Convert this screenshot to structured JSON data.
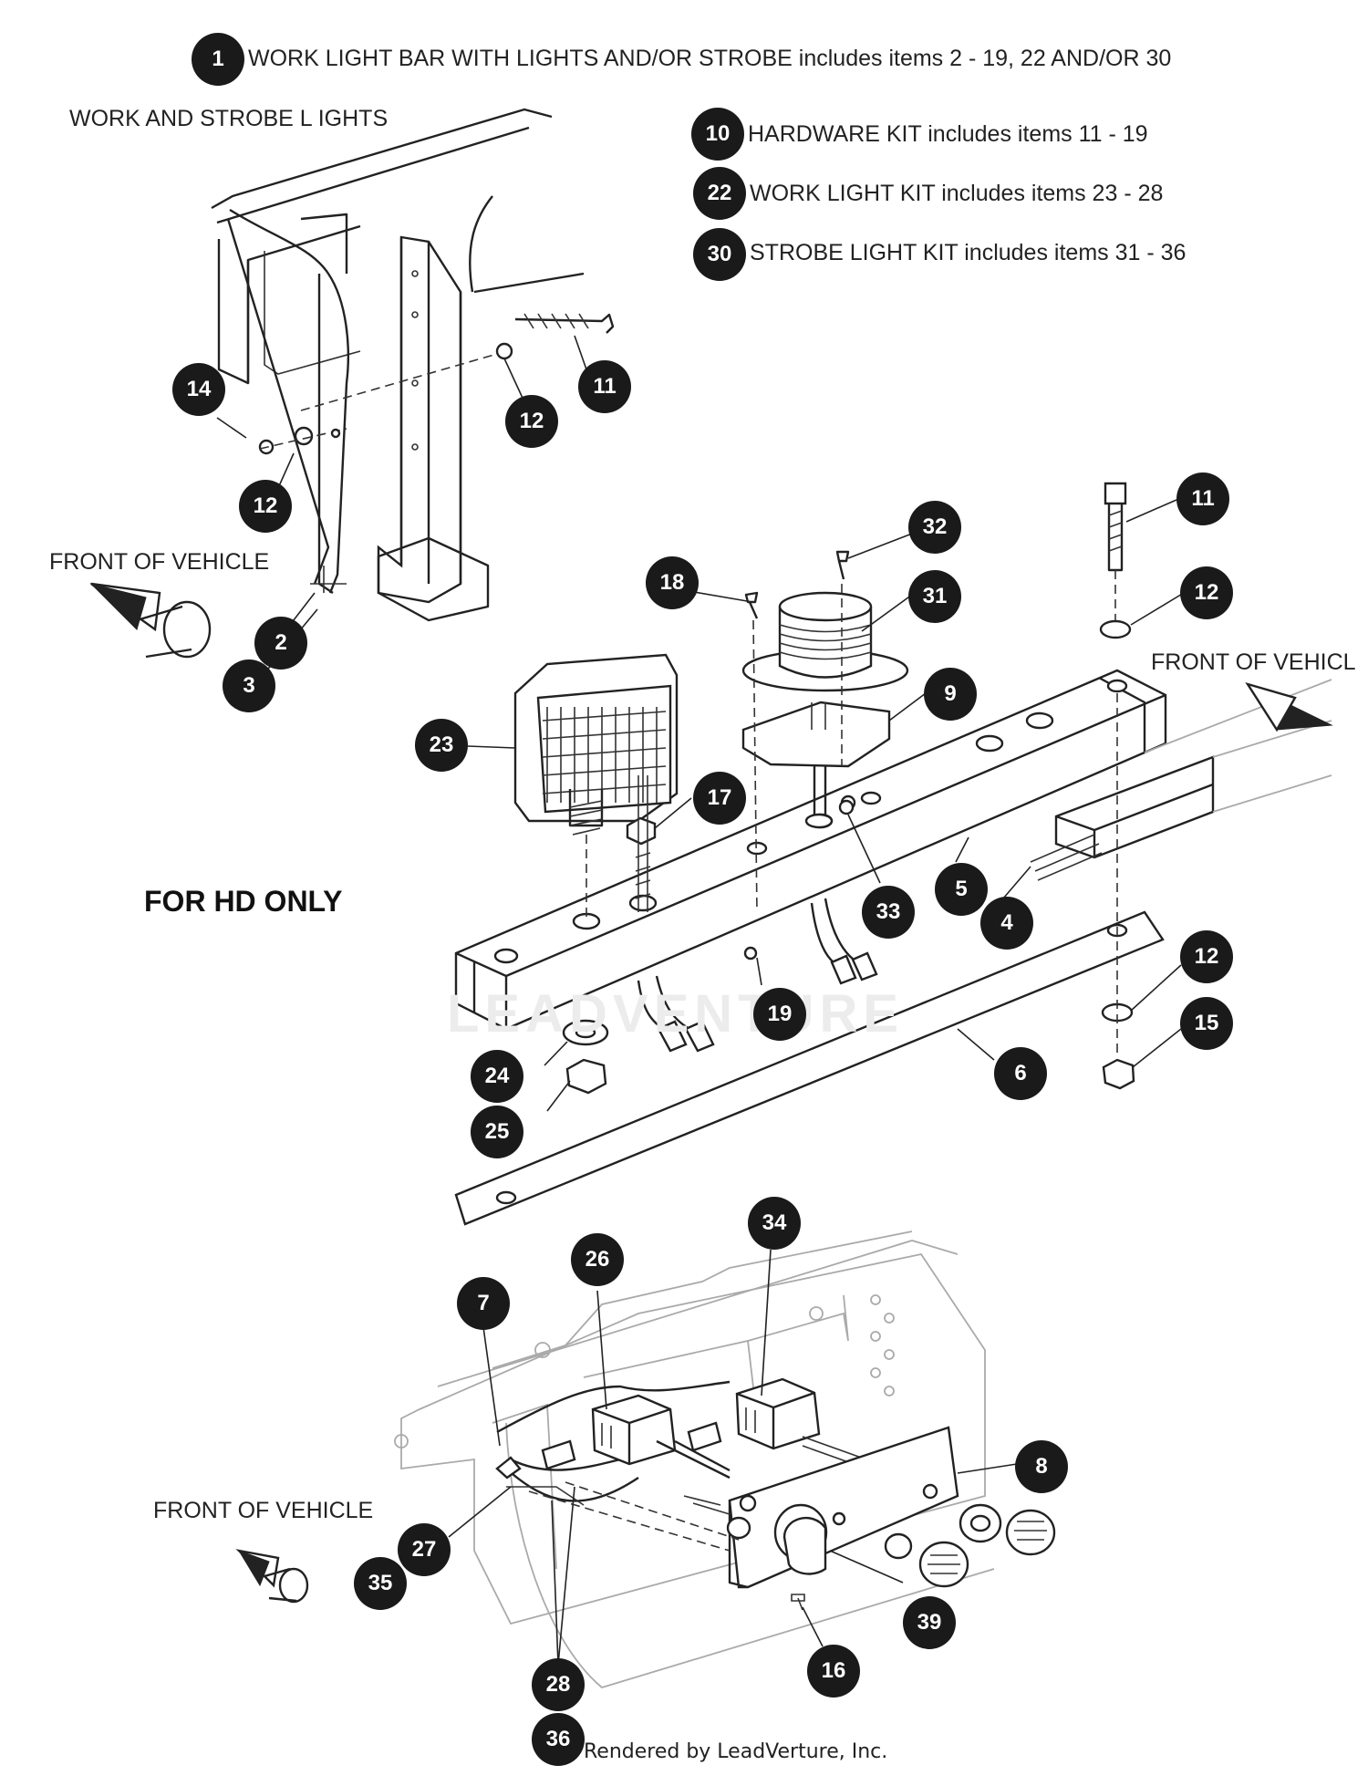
{
  "header": {
    "main": "WORK LIGHT BAR WITH LIGHTS AND/OR STROBE includes items 2 - 19, 22 AND/OR 30",
    "main_num": "1",
    "kits": [
      {
        "num": "10",
        "text": "HARDWARE KIT includes items 11 - 19"
      },
      {
        "num": "22",
        "text": "WORK LIGHT KIT includes items 23 - 28"
      },
      {
        "num": "30",
        "text": "STROBE LIGHT KIT includes items 31 - 36"
      }
    ]
  },
  "labels": {
    "work_strobe": "WORK AND STROBE L IGHTS",
    "front_1": "FRONT OF VEHICLE",
    "front_2": "FRONT OF VEHICL",
    "front_3": "FRONT OF VEHICLE",
    "hd_only": "FOR HD ONLY",
    "watermark": "LEADVENTURE",
    "footer": "Rendered by LeadVerture, Inc."
  },
  "callouts": [
    "14",
    "12",
    "12",
    "11",
    "2",
    "3",
    "18",
    "32",
    "31",
    "11",
    "12",
    "9",
    "23",
    "17",
    "33",
    "5",
    "4",
    "19",
    "12",
    "15",
    "24",
    "25",
    "6",
    "7",
    "26",
    "34",
    "8",
    "27",
    "35",
    "39",
    "16",
    "28",
    "36"
  ]
}
